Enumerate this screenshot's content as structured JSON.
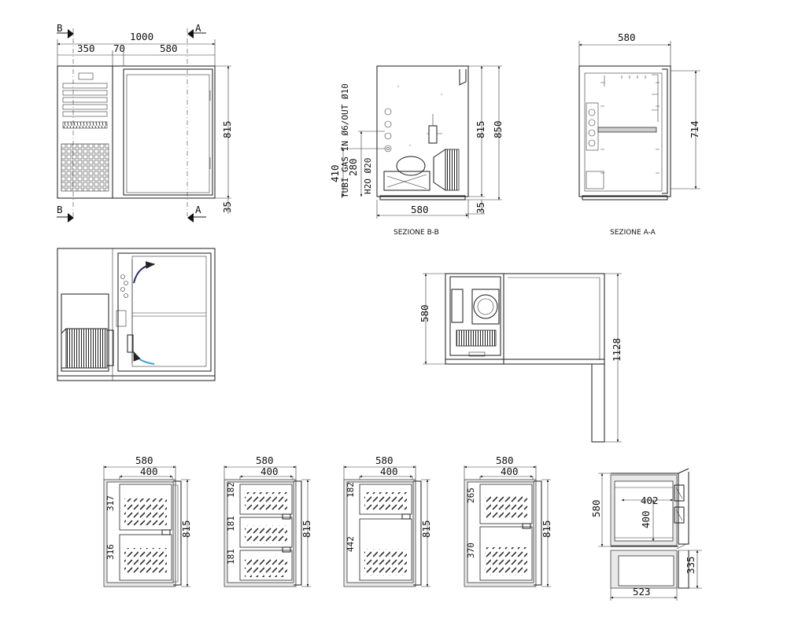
{
  "front": {
    "overall": "1000",
    "seg1": "350",
    "seg2": "70",
    "seg3": "580",
    "height": "815",
    "base": "35",
    "sec_b": "B",
    "sec_a": "A"
  },
  "section_bb": {
    "title": "SEZIONE B-B",
    "h815": "815",
    "h850": "850",
    "base": "35",
    "width": "580",
    "d410": "410",
    "d280": "280",
    "gas": "TUBI GAS IN Ø6/OUT Ø10",
    "water": "H2O Ø20"
  },
  "section_aa": {
    "title": "SEZIONE A-A",
    "width": "580",
    "h714": "714"
  },
  "plan": {
    "depth": "580",
    "length": "1128"
  },
  "drawers": [
    {
      "width": "580",
      "inner": "400",
      "height": "815",
      "h1": "317",
      "h2": "316"
    },
    {
      "width": "580",
      "inner": "400",
      "height": "815",
      "h1": "182",
      "h2": "181",
      "h3": "181"
    },
    {
      "width": "580",
      "inner": "400",
      "height": "815",
      "h1": "182",
      "h2": "442"
    },
    {
      "width": "580",
      "inner": "400",
      "height": "815",
      "h1": "265",
      "h2": "370"
    }
  ],
  "drawer_section": {
    "depth": "580",
    "d402": "402",
    "d400": "400",
    "d335": "335",
    "d523": "523"
  }
}
